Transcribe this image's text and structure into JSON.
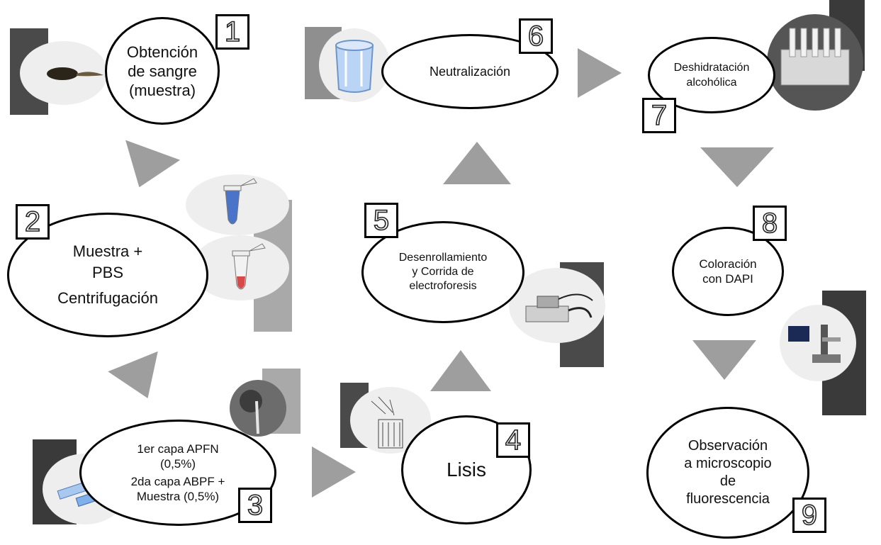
{
  "steps": [
    {
      "n": "1",
      "lines": [
        "Obtención",
        "de sangre",
        "(muestra)"
      ]
    },
    {
      "n": "2",
      "lines": [
        "Muestra +",
        "PBS",
        "Centrifugación"
      ]
    },
    {
      "n": "3",
      "lines": [
        "1er capa APFN",
        "(0,5%)",
        "2da capa ABPF +",
        "Muestra (0,5%)"
      ]
    },
    {
      "n": "4",
      "lines": [
        "Lisis"
      ]
    },
    {
      "n": "5",
      "lines": [
        "Desenrollamiento",
        "y Corrida de",
        "electroforesis"
      ]
    },
    {
      "n": "6",
      "lines": [
        "Neutralización"
      ]
    },
    {
      "n": "7",
      "lines": [
        "Deshidratación",
        "alcohólica"
      ]
    },
    {
      "n": "8",
      "lines": [
        "Coloración",
        "con DAPI"
      ]
    },
    {
      "n": "9",
      "lines": [
        "Observación",
        "a microscopio",
        "de",
        "fluorescencia"
      ]
    }
  ],
  "colors": {
    "arrow": "#9e9e9e",
    "bar_light": "#a9a9a9",
    "bar_dark": "#4a4a4a",
    "circle": "#eeeeee"
  },
  "icons": [
    "tadpole-icon",
    "blue-tube-icon",
    "red-tube-icon",
    "pipette-photo-icon",
    "slides-icon",
    "lysis-tank-icon",
    "electrophoresis-icon",
    "beaker-icon",
    "staining-rack-icon",
    "microscope-icon"
  ]
}
